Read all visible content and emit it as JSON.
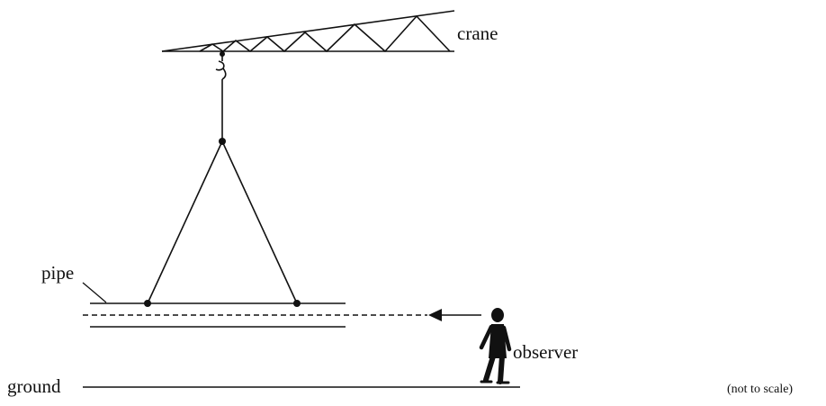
{
  "labels": {
    "crane": "crane",
    "pipe": "pipe",
    "observer": "observer",
    "ground": "ground",
    "scale_note": "(not to scale)"
  },
  "colors": {
    "ink": "#111111",
    "background": "#ffffff"
  },
  "icons": {
    "hook": "crane-hook-icon",
    "observer": "person-silhouette-icon",
    "arrow": "left-arrow-icon"
  }
}
